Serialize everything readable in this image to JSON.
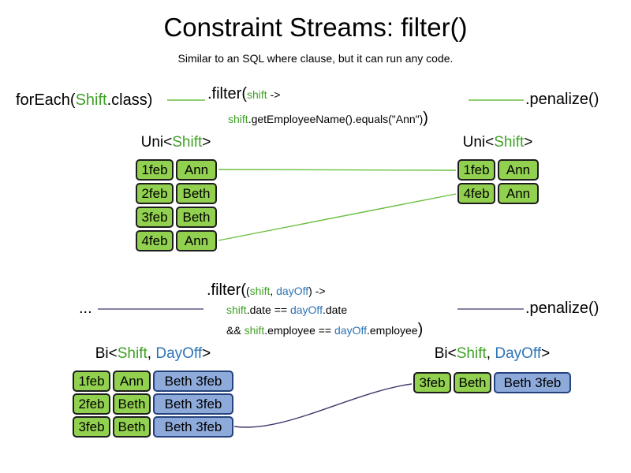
{
  "title": "Constraint Streams: filter()",
  "subtitle": "Similar to an SQL where clause, but it can run any code.",
  "colors": {
    "code_green": "#3fa226",
    "code_blue": "#2e74b5",
    "orange_text": "#c45911",
    "green_cell_fill": "#92d050",
    "blue_cell_fill": "#8eaadb",
    "line_green": "#6abf40",
    "line_purple": "#43356b"
  },
  "top_flow": {
    "foreach_pre": "forEach(",
    "foreach_class": "Shift",
    "foreach_post": ".class)",
    "filter_open": ".filter(",
    "filter_param": "shift",
    "filter_arrow": " ->",
    "filter_body_var": "shift",
    "filter_body_rest": ".getEmployeeName().equals(\"Ann\")",
    "filter_close": ")",
    "penalize": ".penalize()"
  },
  "uni_left": {
    "header_pre": "Uni<",
    "header_type": "Shift",
    "header_post": ">",
    "rows": [
      {
        "date": "1feb",
        "name": "Ann"
      },
      {
        "date": "2feb",
        "name": "Beth"
      },
      {
        "date": "3feb",
        "name": "Beth"
      },
      {
        "date": "4feb",
        "name": "Ann"
      }
    ]
  },
  "uni_right": {
    "header_pre": "Uni<",
    "header_type": "Shift",
    "header_post": ">",
    "rows": [
      {
        "date": "1feb",
        "name": "Ann"
      },
      {
        "date": "4feb",
        "name": "Ann"
      }
    ]
  },
  "bottom_flow": {
    "ellipsis": "...",
    "filter_open": ".filter(",
    "filter_params_open": "(",
    "filter_param1": "shift",
    "filter_comma": ", ",
    "filter_param2": "dayOff",
    "filter_params_close": ") ->",
    "body1_var1": "shift",
    "body1_mid": ".date == ",
    "body1_var2": "dayOff",
    "body1_end": ".date",
    "body2_pre": "&& ",
    "body2_var1": "shift",
    "body2_mid": ".employee == ",
    "body2_var2": "dayOff",
    "body2_end": ".employee",
    "filter_close": ")",
    "penalize": ".penalize()"
  },
  "bi_left": {
    "header_pre": "Bi<",
    "header_type1": "Shift",
    "header_comma": ", ",
    "header_type2": "DayOff",
    "header_post": ">",
    "rows": [
      {
        "date": "1feb",
        "name": "Ann",
        "dayoff": "Beth 3feb"
      },
      {
        "date": "2feb",
        "name": "Beth",
        "dayoff": "Beth 3feb"
      },
      {
        "date": "3feb",
        "name": "Beth",
        "dayoff": "Beth 3feb"
      }
    ]
  },
  "bi_right": {
    "header_pre": "Bi<",
    "header_type1": "Shift",
    "header_comma": ", ",
    "header_type2": "DayOff",
    "header_post": ">",
    "rows": [
      {
        "date": "3feb",
        "name": "Beth",
        "dayoff": "Beth 3feb"
      }
    ]
  }
}
